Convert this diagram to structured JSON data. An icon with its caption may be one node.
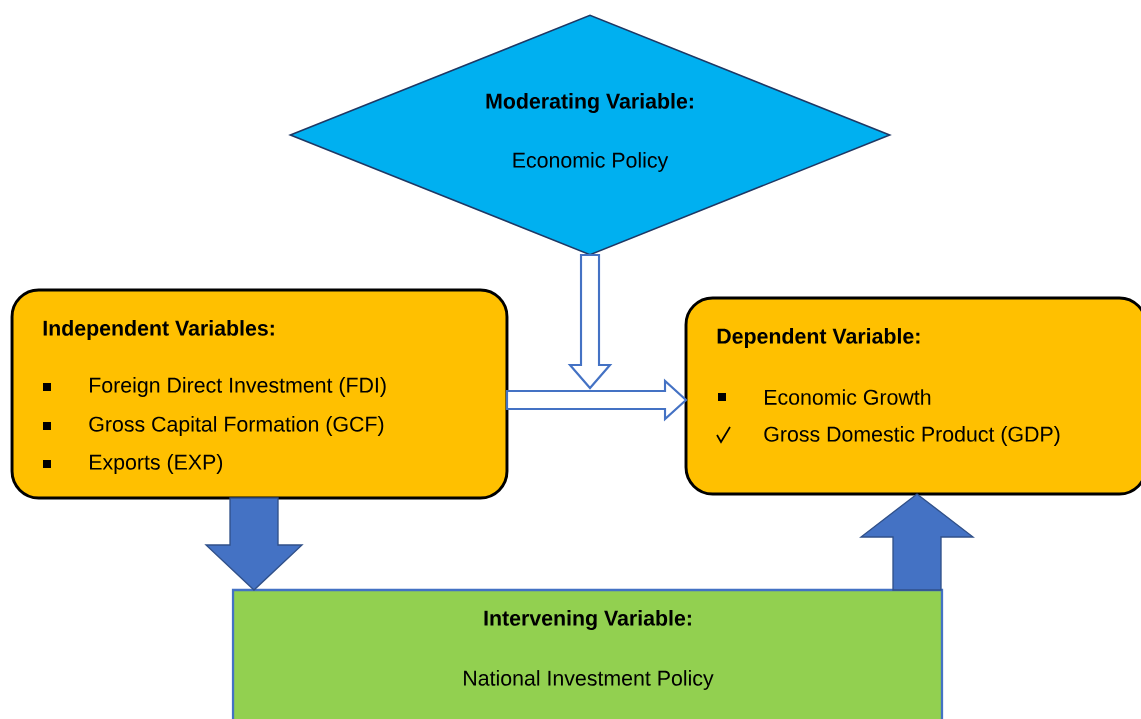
{
  "diagram": {
    "nodes": [
      {
        "text": [
          "Moderating Variable:",
          "Economic Policy"
        ]
      },
      {
        "text": [
          "Independent Variables:",
          "Foreign Direct Investment (FDI)",
          "Gross Capital Formation (GCF)",
          "Exports (EXP)"
        ]
      },
      {
        "text": [
          "Dependent Variable:",
          "Economic Growth",
          "Gross Domestic Product (GDP)"
        ]
      },
      {
        "text": [
          "Intervening Variable:",
          "National Investment Policy"
        ]
      }
    ],
    "edges": [
      {
        "from": 0,
        "to": null,
        "arrow": "to"
      },
      {
        "from": 1,
        "to": 2,
        "arrow": "to"
      },
      {
        "from": 1,
        "to": 3,
        "arrow": "to",
        "style": "thick",
        "color": "#4472c4"
      },
      {
        "from": 3,
        "to": 2,
        "arrow": "to",
        "style": "thick",
        "color": "#4472c4"
      }
    ]
  }
}
